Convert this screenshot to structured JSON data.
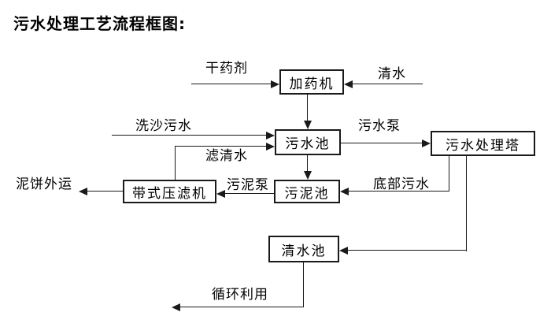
{
  "title": "污水处理工艺流程框图:",
  "diagram": {
    "nodes": [
      {
        "id": "dosing-machine",
        "label": "加药机"
      },
      {
        "id": "sewage-pool",
        "label": "污水池"
      },
      {
        "id": "sewage-treatment-tower",
        "label": "污水处理塔"
      },
      {
        "id": "belt-filter-press",
        "label": "带式压滤机"
      },
      {
        "id": "sludge-pool",
        "label": "污泥池"
      },
      {
        "id": "clean-water-pool",
        "label": "清水池"
      }
    ],
    "edge_labels": [
      {
        "id": "dry-chemical",
        "text": "干药剂"
      },
      {
        "id": "clean-water",
        "text": "清水"
      },
      {
        "id": "sand-washing-sewage",
        "text": "洗沙污水"
      },
      {
        "id": "filtered-clear-water",
        "text": "滤清水"
      },
      {
        "id": "sewage-pump",
        "text": "污水泵"
      },
      {
        "id": "sludge-pump",
        "text": "污泥泵"
      },
      {
        "id": "bottom-sewage",
        "text": "底部污水"
      },
      {
        "id": "mud-cake-outbound",
        "text": "泥饼外运"
      },
      {
        "id": "recycling",
        "text": "循环利用"
      }
    ]
  },
  "colors": {
    "background": "#ffffff",
    "line": "#1a1a1a",
    "text": "#000000"
  }
}
